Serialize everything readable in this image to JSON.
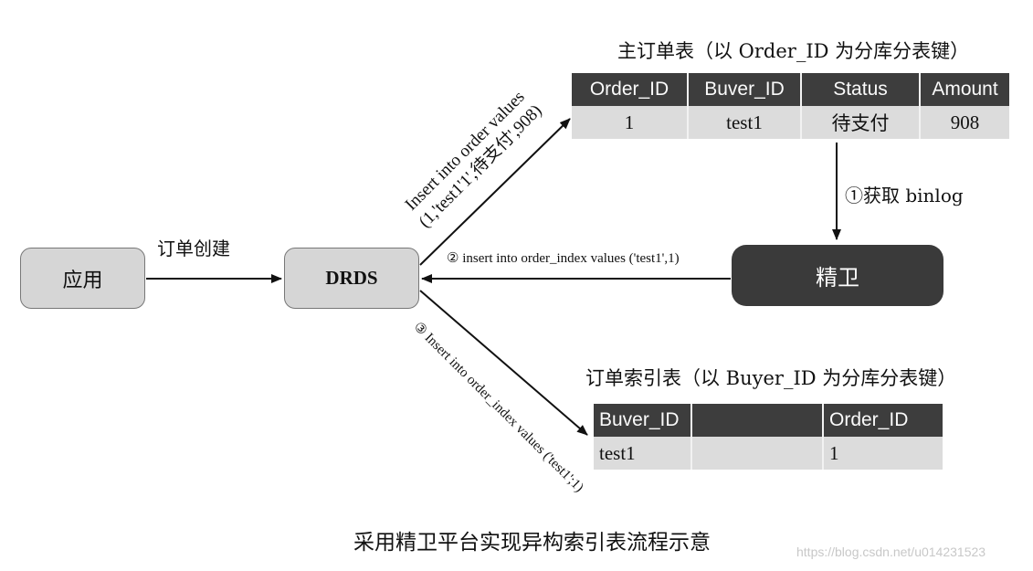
{
  "main_table": {
    "title": "主订单表（以 Order_ID 为分库分表键）",
    "headers": [
      "Order_ID",
      "Buver_ID",
      "Status",
      "Amount"
    ],
    "row": [
      "1",
      "test1",
      "待支付",
      "908"
    ]
  },
  "index_table": {
    "title": "订单索引表（以 Buyer_ID 为分库分表键）",
    "headers": [
      "Buver_ID",
      "",
      "Order_ID"
    ],
    "row": [
      "test1",
      "",
      "1"
    ]
  },
  "nodes": {
    "app": "应用",
    "drds": "DRDS",
    "jingwei": "精卫"
  },
  "labels": {
    "order_create": "订单创建",
    "insert_main_line1": "Insert into order values",
    "insert_main_line2": "(1,'test1'1',待支付',908)",
    "get_binlog": "①获取 binlog",
    "insert_index_back": "② insert into order_index values ('test1',1)",
    "insert_index_down": "③ Insert into order_index values ('test1';1)"
  },
  "caption": "采用精卫平台实现异构索引表流程示意",
  "watermark": "https://blog.csdn.net/u014231523"
}
